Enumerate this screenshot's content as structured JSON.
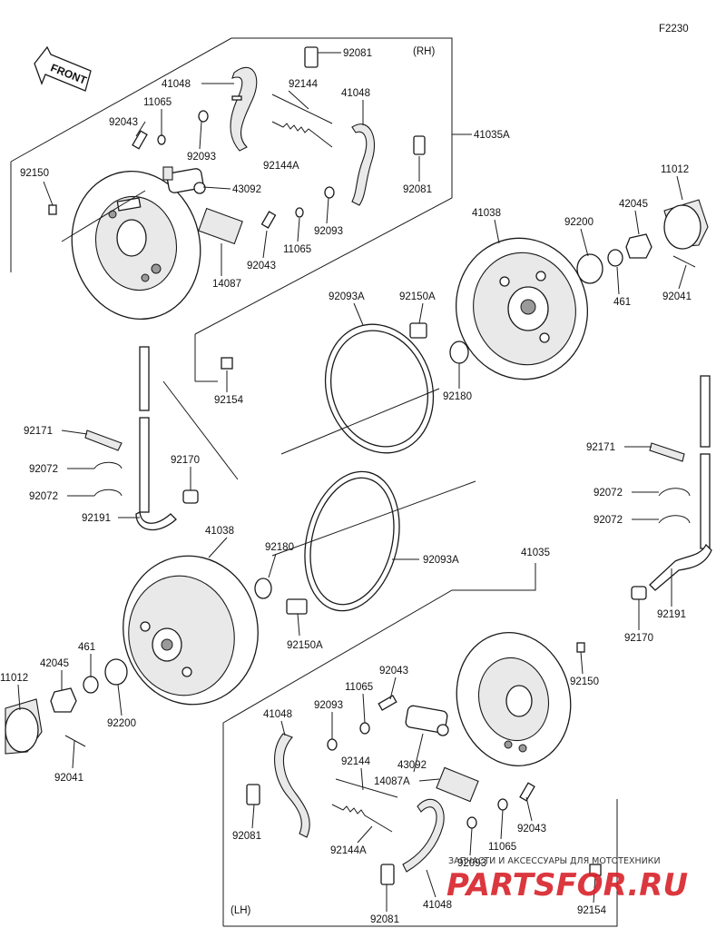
{
  "figure_code": "F2230",
  "front_label": "FRONT",
  "side_labels": {
    "rh": "(RH)",
    "lh": "(LH)"
  },
  "labels": {
    "rh_92081_top": "92081",
    "rh_41048_left": "41048",
    "rh_92144": "92144",
    "rh_41048_right": "41048",
    "rh_11065_top": "11065",
    "rh_92043_top": "92043",
    "rh_92093_top": "92093",
    "rh_92144a": "92144A",
    "rh_92150": "92150",
    "rh_43092": "43092",
    "rh_92081_right": "92081",
    "rh_41035a": "41035A",
    "rh_92093_low": "92093",
    "rh_11065_low": "11065",
    "rh_92043_low": "92043",
    "rh_14087": "14087",
    "rh_92154": "92154",
    "r_11012": "11012",
    "r_42045": "42045",
    "r_41038": "41038",
    "r_92200": "92200",
    "r_92093a": "92093A",
    "r_92150a": "92150A",
    "r_461": "461",
    "r_92041": "92041",
    "r_92180": "92180",
    "l_92171": "92171",
    "l_92072_a": "92072",
    "l_92072_b": "92072",
    "l_92170": "92170",
    "l_92191": "92191",
    "rr_92171": "92171",
    "rr_92072_a": "92072",
    "rr_92072_b": "92072",
    "rr_92191": "92191",
    "rr_92170": "92170",
    "lh_41038": "41038",
    "lh_92180": "92180",
    "lh_92093a": "92093A",
    "lh_41035": "41035",
    "lh_92150a": "92150A",
    "lh_461": "461",
    "lh_42045": "42045",
    "lh_11012": "11012",
    "lh_92200": "92200",
    "lh_92041": "92041",
    "lh_92150": "92150",
    "lh_92043_top": "92043",
    "lh_11065_top": "11065",
    "lh_92093_top": "92093",
    "lh_41048_left": "41048",
    "lh_92144": "92144",
    "lh_43092": "43092",
    "lh_14087a": "14087A",
    "lh_92081_left": "92081",
    "lh_92144a": "92144A",
    "lh_92093_low": "92093",
    "lh_11065_low": "11065",
    "lh_92043_low": "92043",
    "lh_92081_bottom": "92081",
    "lh_41048_bottom": "41048",
    "lh_92154": "92154"
  },
  "watermark": {
    "caption": "ЗАПЧАСТИ И АКСЕССУАРЫ ДЛЯ МОТОТЕХНИКИ",
    "logo": "PARTSFOR.RU"
  }
}
